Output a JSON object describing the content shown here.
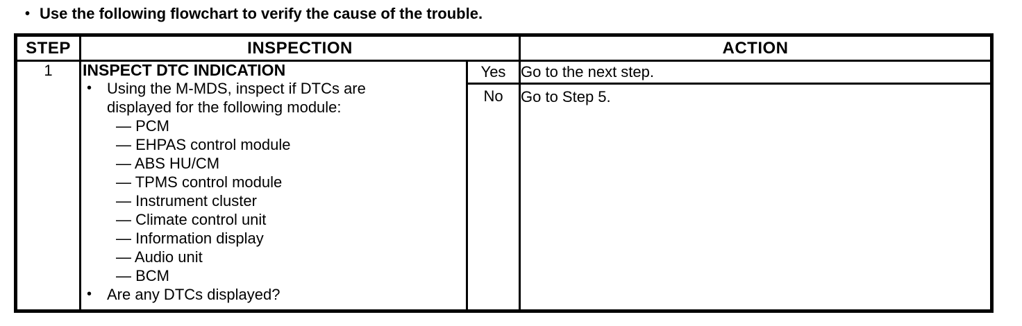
{
  "glyphs": {
    "bullet": "•"
  },
  "intro": {
    "text": "Use the following flowchart to verify the cause of the trouble."
  },
  "table": {
    "headers": {
      "step": "STEP",
      "inspection": "INSPECTION",
      "action": "ACTION"
    },
    "step": {
      "number": "1",
      "inspection": {
        "title": "INSPECT DTC INDICATION",
        "bullet_1": "Using the M-MDS, inspect if DTCs are displayed for the following module:",
        "modules": [
          "— PCM",
          "— EHPAS control module",
          "— ABS HU/CM",
          "— TPMS control module",
          "— Instrument cluster",
          "— Climate control unit",
          "— Information display",
          "— Audio unit",
          "— BCM"
        ],
        "bullet_2": "Are any DTCs displayed?"
      },
      "decisions": [
        {
          "label": "Yes",
          "action": "Go to the next step."
        },
        {
          "label": "No",
          "action": "Go to Step 5."
        }
      ]
    }
  }
}
